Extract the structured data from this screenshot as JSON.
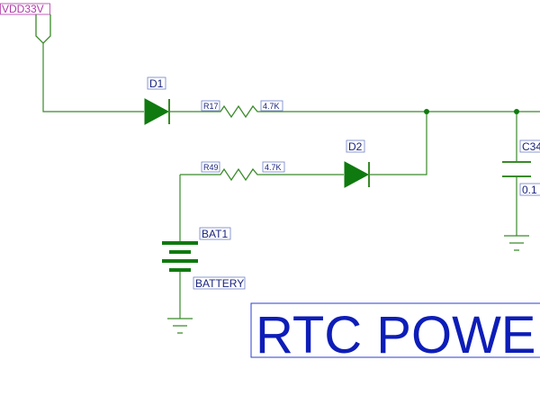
{
  "net": {
    "supply": "VDD33V"
  },
  "components": {
    "d1": {
      "ref": "D1"
    },
    "r17": {
      "ref": "R17",
      "value": "4.7K"
    },
    "d2": {
      "ref": "D2"
    },
    "r49": {
      "ref": "R49",
      "value": "4.7K"
    },
    "c34": {
      "ref": "C34",
      "value": "0.1"
    },
    "bat1": {
      "ref": "BAT1",
      "value": "BATTERY"
    }
  },
  "title": "RTC POWER",
  "colors": {
    "wire": "#3a8a2a",
    "component": "#0f7a0f",
    "label": "#1a237e",
    "net_label": "#b03aa8",
    "title": "#0d1db8"
  }
}
